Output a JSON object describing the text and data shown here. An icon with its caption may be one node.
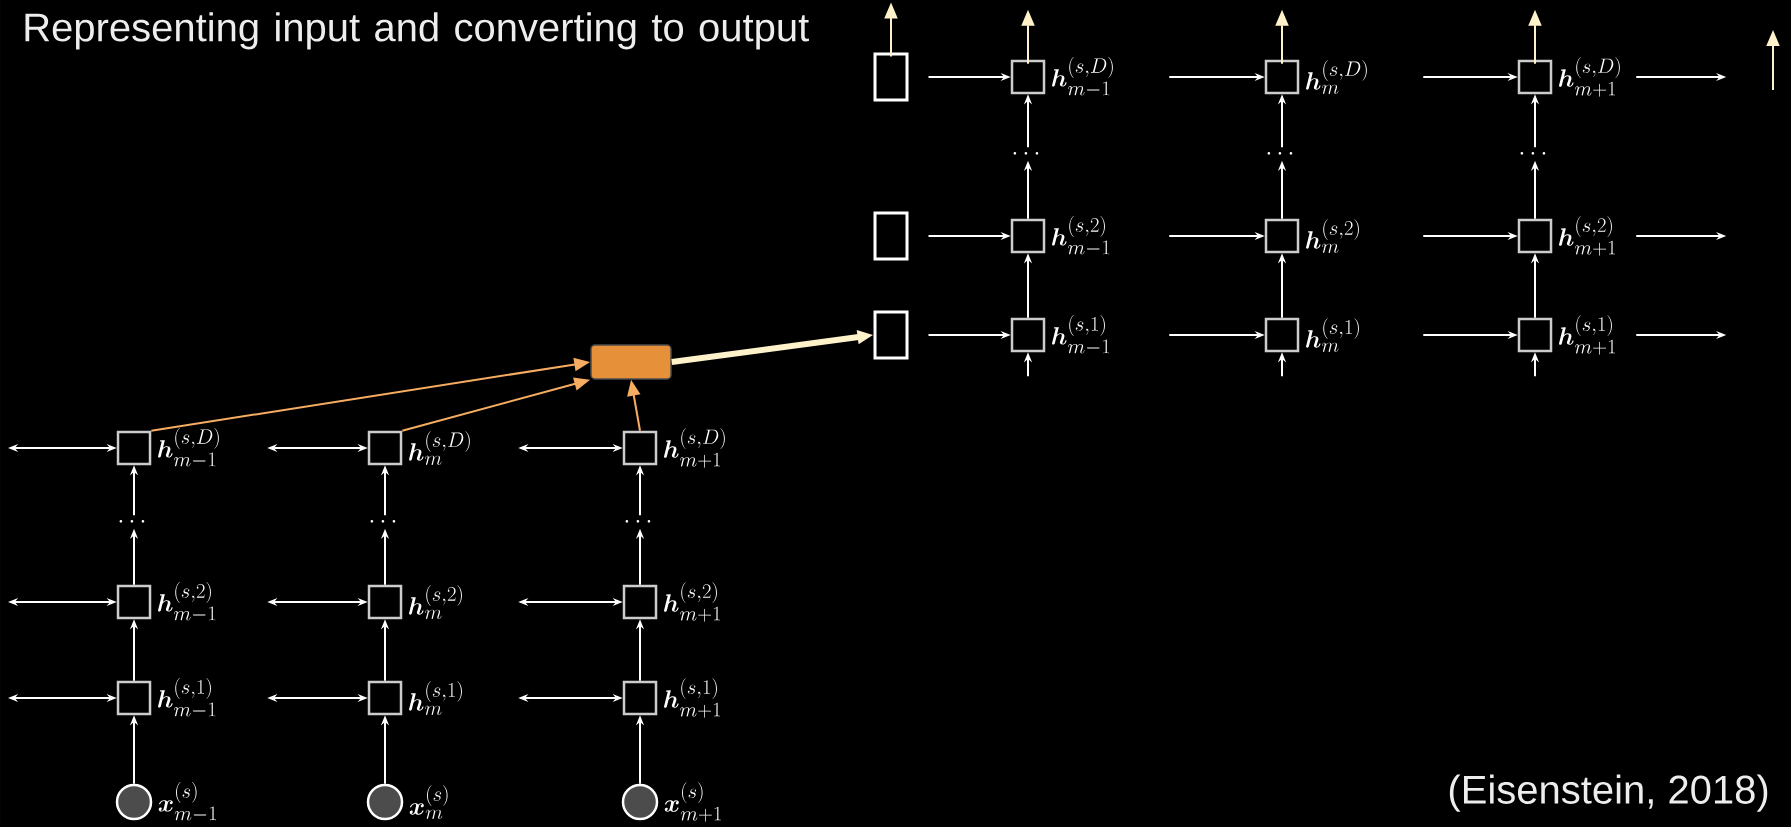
{
  "diagram": {
    "title": "Representing input and converting to output",
    "caption": "(Eisenstein, 2018)",
    "nodes": [
      {
        "text": [
          "\\boldsymbol{h}_{m-1}^{(s,D)}"
        ]
      },
      {
        "text": [
          "\\boldsymbol{h}_{m}^{(s,D)}"
        ]
      },
      {
        "text": [
          "\\boldsymbol{h}_{m+1}^{(s,D)}"
        ]
      },
      {
        "text": [
          "\\cdots"
        ]
      },
      {
        "text": [
          "\\cdots"
        ]
      },
      {
        "text": [
          "\\cdots"
        ]
      },
      {
        "text": [
          "\\boldsymbol{h}_{m-1}^{(s,2)}"
        ]
      },
      {
        "text": [
          "\\boldsymbol{h}_{m}^{(s,2)}"
        ]
      },
      {
        "text": [
          "\\boldsymbol{h}_{m+1}^{(s,2)}"
        ]
      },
      {
        "text": [
          "\\boldsymbol{h}_{m-1}^{(s,1)}"
        ]
      },
      {
        "text": [
          "\\boldsymbol{h}_{m}^{(s,1)}"
        ]
      },
      {
        "text": [
          "\\boldsymbol{h}_{m+1}^{(s,1)}"
        ]
      },
      {
        "text": [
          "\\boldsymbol{x}_{m-1}^{(s)}"
        ]
      },
      {
        "text": [
          "\\boldsymbol{x}_{m}^{(s)}"
        ]
      },
      {
        "text": [
          "\\boldsymbol{x}_{m+1}^{(s)}"
        ]
      },
      {
        "text": [],
        "shape": "box"
      },
      {
        "text": [],
        "shape": "box"
      },
      {
        "text": [
          "\\boldsymbol{h}_{m-1}^{(s,D)}"
        ]
      },
      {
        "text": [
          "\\boldsymbol{h}_{m}^{(s,D)}"
        ]
      },
      {
        "text": [
          "\\boldsymbol{h}_{m+1}^{(s,D)}"
        ]
      },
      {
        "text": [
          "\\cdots"
        ]
      },
      {
        "text": [
          "\\cdots"
        ]
      },
      {
        "text": [
          "\\cdots"
        ]
      },
      {
        "text": [],
        "shape": "box"
      },
      {
        "text": [
          "\\boldsymbol{h}_{m-1}^{(s,2)}"
        ]
      },
      {
        "text": [
          "\\boldsymbol{h}_{m}^{(s,2)}"
        ]
      },
      {
        "text": [
          "\\boldsymbol{h}_{m+1}^{(s,2)}"
        ]
      },
      {
        "text": [],
        "shape": "box"
      },
      {
        "text": [
          "\\boldsymbol{h}_{m-1}^{(s,1)}"
        ]
      },
      {
        "text": [
          "\\boldsymbol{h}_{m}^{(s,1)}"
        ]
      },
      {
        "text": [
          "\\boldsymbol{h}_{m+1}^{(s,1)}"
        ]
      }
    ],
    "edges": [
      {
        "from": null,
        "to": 0,
        "arrow": "both"
      },
      {
        "from": 0,
        "to": 1,
        "arrow": "both"
      },
      {
        "from": 1,
        "to": 2,
        "arrow": "both"
      },
      {
        "from": null,
        "to": 6,
        "arrow": "both"
      },
      {
        "from": 6,
        "to": 7,
        "arrow": "both"
      },
      {
        "from": 7,
        "to": 8,
        "arrow": "both"
      },
      {
        "from": null,
        "to": 9,
        "arrow": "both"
      },
      {
        "from": 9,
        "to": 10,
        "arrow": "both"
      },
      {
        "from": 10,
        "to": 11,
        "arrow": "both"
      },
      {
        "from": 12,
        "to": 9,
        "arrow": "to"
      },
      {
        "from": 13,
        "to": 10,
        "arrow": "to"
      },
      {
        "from": 14,
        "to": 11,
        "arrow": "to"
      },
      {
        "from": 9,
        "to": 6,
        "arrow": "to"
      },
      {
        "from": 10,
        "to": 7,
        "arrow": "to"
      },
      {
        "from": 11,
        "to": 8,
        "arrow": "to"
      },
      {
        "from": 6,
        "to": 3,
        "arrow": "to"
      },
      {
        "from": 7,
        "to": 4,
        "arrow": "to"
      },
      {
        "from": 8,
        "to": 5,
        "arrow": "to"
      },
      {
        "from": 3,
        "to": 0,
        "arrow": "to"
      },
      {
        "from": 4,
        "to": 1,
        "arrow": "to"
      },
      {
        "from": 5,
        "to": 2,
        "arrow": "to"
      },
      {
        "from": 0,
        "to": 15,
        "arrow": "to",
        "color": "#f6ad62"
      },
      {
        "from": 1,
        "to": 15,
        "arrow": "to",
        "color": "#f6ad62"
      },
      {
        "from": 2,
        "to": 15,
        "arrow": "to",
        "color": "#f6ad62"
      },
      {
        "from": 15,
        "to": 27,
        "arrow": "to",
        "style": "thick",
        "color": "#fdf2c9"
      },
      {
        "from": 16,
        "to": 17,
        "arrow": "to"
      },
      {
        "from": 17,
        "to": 18,
        "arrow": "to"
      },
      {
        "from": 18,
        "to": 19,
        "arrow": "to"
      },
      {
        "from": 19,
        "to": null,
        "arrow": "to"
      },
      {
        "from": 23,
        "to": 24,
        "arrow": "to"
      },
      {
        "from": 24,
        "to": 25,
        "arrow": "to"
      },
      {
        "from": 25,
        "to": 26,
        "arrow": "to"
      },
      {
        "from": 26,
        "to": null,
        "arrow": "to"
      },
      {
        "from": 27,
        "to": 28,
        "arrow": "to"
      },
      {
        "from": 28,
        "to": 29,
        "arrow": "to"
      },
      {
        "from": 29,
        "to": 30,
        "arrow": "to"
      },
      {
        "from": 30,
        "to": null,
        "arrow": "to"
      },
      {
        "from": null,
        "to": 28,
        "arrow": "to"
      },
      {
        "from": null,
        "to": 29,
        "arrow": "to"
      },
      {
        "from": null,
        "to": 30,
        "arrow": "to"
      },
      {
        "from": 28,
        "to": 24,
        "arrow": "to"
      },
      {
        "from": 29,
        "to": 25,
        "arrow": "to"
      },
      {
        "from": 30,
        "to": 26,
        "arrow": "to"
      },
      {
        "from": 24,
        "to": 20,
        "arrow": "to"
      },
      {
        "from": 25,
        "to": 21,
        "arrow": "to"
      },
      {
        "from": 26,
        "to": 22,
        "arrow": "to"
      },
      {
        "from": 20,
        "to": 17,
        "arrow": "to"
      },
      {
        "from": 21,
        "to": 18,
        "arrow": "to"
      },
      {
        "from": 22,
        "to": 19,
        "arrow": "to"
      },
      {
        "from": 16,
        "to": null,
        "arrow": "to",
        "color": "#fdf2c9"
      },
      {
        "from": 17,
        "to": null,
        "arrow": "to",
        "color": "#fdf2c9"
      },
      {
        "from": 18,
        "to": null,
        "arrow": "to",
        "color": "#fdf2c9"
      },
      {
        "from": 19,
        "to": null,
        "arrow": "to",
        "color": "#fdf2c9"
      }
    ]
  }
}
